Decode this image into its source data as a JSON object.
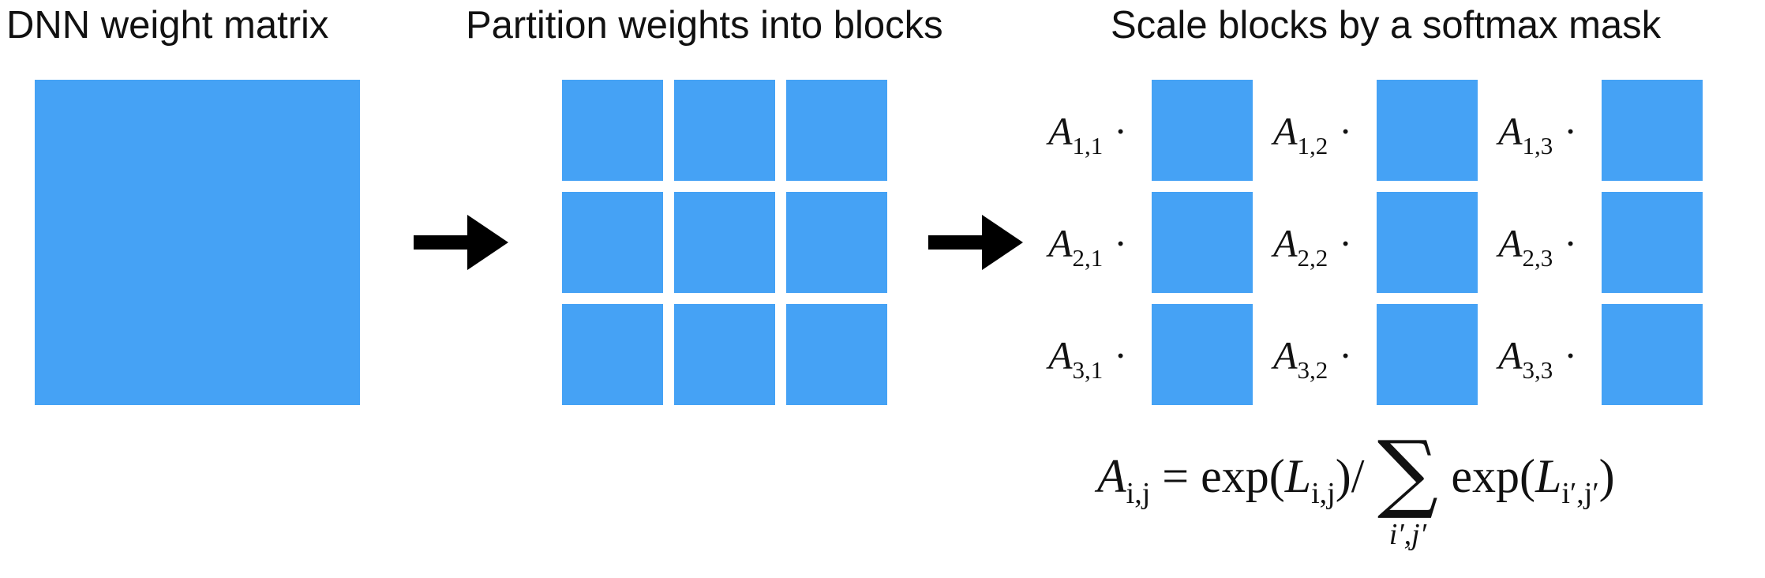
{
  "titles": {
    "step1": "DNN weight matrix",
    "step2": "Partition weights into blocks",
    "step3": "Scale blocks by a softmax mask"
  },
  "colors": {
    "block": "#45a2f5",
    "arrow": "#000000",
    "text": "#111111"
  },
  "coefficients": {
    "symbol": "A",
    "operator": "·",
    "rows": [
      [
        "1,1",
        "1,2",
        "1,3"
      ],
      [
        "2,1",
        "2,2",
        "2,3"
      ],
      [
        "3,1",
        "3,2",
        "3,3"
      ]
    ]
  },
  "formula": {
    "lhs_symbol": "A",
    "lhs_sub": "i,j",
    "equals": "=",
    "exp_open": "exp(",
    "logit_symbol": "L",
    "logit_sub": "i,j",
    "exp_close_div": ")/",
    "sum_sign": "∑",
    "sum_index": "i′,j′",
    "exp2_open": "exp(",
    "logit2_symbol": "L",
    "logit2_sub": "i′,j′",
    "exp2_close": ")"
  }
}
